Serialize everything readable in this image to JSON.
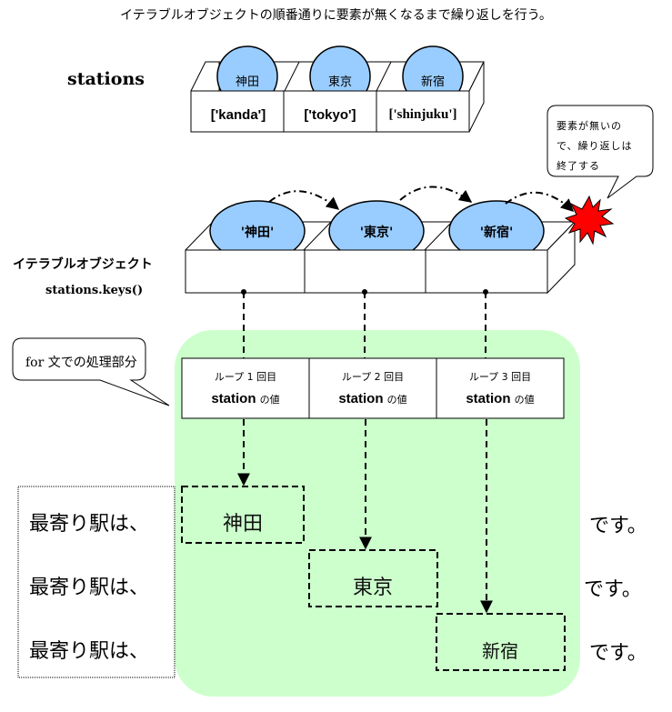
{
  "title": "イテラブルオブジェクトの順番通りに要素が無くなるまで繰り返しを行う。",
  "stations_label": "stations",
  "stations_dict": [
    {
      "value": "神田",
      "key": "['kanda']"
    },
    {
      "value": "東京",
      "key": "['tokyo']"
    },
    {
      "value": "新宿",
      "key": "['shinjuku']"
    }
  ],
  "end_callout": {
    "lines": [
      "要素が無いの",
      "で、繰り返しは",
      "終了する"
    ]
  },
  "iterable": {
    "label": "イテラブルオブジェクト",
    "expression": "stations.keys()",
    "items": [
      "'神田'",
      "'東京'",
      "'新宿'"
    ]
  },
  "for_callout": "for 文での処理部分",
  "loops": [
    {
      "iteration": "ループ 1 回目",
      "var": "station",
      "suffix": "の値"
    },
    {
      "iteration": "ループ 2 回目",
      "var": "station",
      "suffix": "の値"
    },
    {
      "iteration": "ループ 3 回目",
      "var": "station",
      "suffix": "の値"
    }
  ],
  "output": {
    "prefix": "最寄り駅は、",
    "suffix": "です。",
    "results": [
      "神田",
      "東京",
      "新宿"
    ]
  },
  "colors": {
    "ball_fill": "#99ccff",
    "loop_area": "#ccffcc",
    "burst": "#ff0000"
  }
}
